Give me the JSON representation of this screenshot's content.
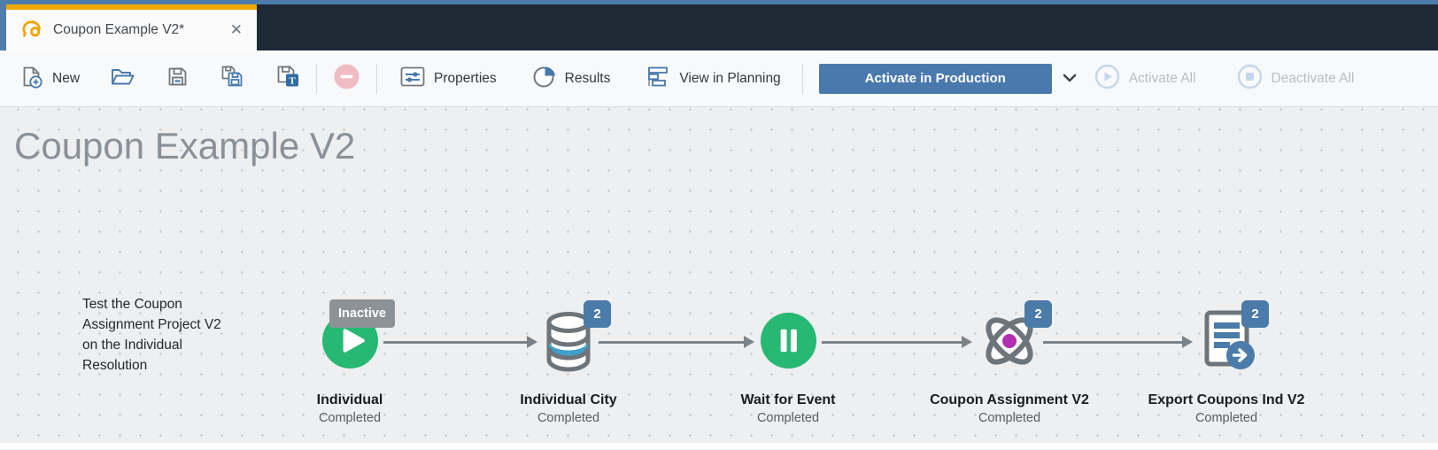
{
  "tab": {
    "title": "Coupon Example V2*",
    "close_glyph": "✕"
  },
  "toolbar": {
    "new": "New",
    "properties": "Properties",
    "results": "Results",
    "view_in_planning": "View in Planning",
    "activate_in_production": "Activate in Production",
    "activate_all": "Activate All",
    "deactivate_all": "Deactivate All",
    "icons": [
      "new-document-icon",
      "open-folder-icon",
      "save-icon",
      "save-as-icon",
      "save-as-template-icon",
      "delete-icon",
      "properties-icon",
      "results-pie-icon",
      "view-in-planning-icon",
      "dropdown-chevron-icon",
      "activate-all-play-icon",
      "deactivate-all-stop-icon"
    ]
  },
  "canvas": {
    "title": "Coupon Example V2",
    "note_lines": {
      "0": "Test the Coupon",
      "1": "Assignment Project V2",
      "2": "on the Individual",
      "3": "Resolution"
    },
    "nodes": [
      {
        "name": "Individual",
        "status": "Completed",
        "state_badge": "Inactive",
        "icon": "play-circle-icon"
      },
      {
        "name": "Individual City",
        "status": "Completed",
        "count_badge": "2",
        "icon": "database-icon"
      },
      {
        "name": "Wait for Event",
        "status": "Completed",
        "icon": "pause-circle-icon"
      },
      {
        "name": "Coupon Assignment V2",
        "status": "Completed",
        "count_badge": "2",
        "icon": "atom-icon"
      },
      {
        "name": "Export Coupons Ind V2",
        "status": "Completed",
        "count_badge": "2",
        "icon": "document-export-icon"
      }
    ]
  },
  "colors": {
    "accent_blue": "#4a79ad",
    "header_navy": "#1e2936",
    "tab_accent_orange": "#eea904",
    "node_green": "#27b873",
    "badge_blue": "#4a7ba9",
    "inactive_badge_gray": "#8d9297",
    "icon_gray": "#6d757b",
    "canvas_bg": "#edeff1"
  }
}
